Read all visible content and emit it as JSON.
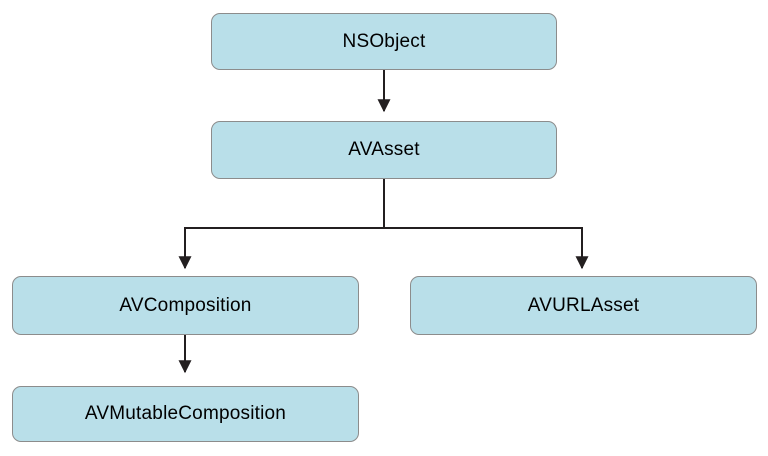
{
  "diagram": {
    "type": "class-hierarchy",
    "nodes": [
      {
        "id": "nsobject",
        "label": "NSObject"
      },
      {
        "id": "avasset",
        "label": "AVAsset"
      },
      {
        "id": "avcomposition",
        "label": "AVComposition"
      },
      {
        "id": "avurlasset",
        "label": "AVURLAsset"
      },
      {
        "id": "avmutablecomposition",
        "label": "AVMutableComposition"
      }
    ],
    "edges": [
      {
        "from": "NSObject",
        "to": "AVAsset"
      },
      {
        "from": "AVAsset",
        "to": "AVComposition"
      },
      {
        "from": "AVAsset",
        "to": "AVURLAsset"
      },
      {
        "from": "AVComposition",
        "to": "AVMutableComposition"
      }
    ],
    "colors": {
      "node_fill": "#b9dfe9",
      "node_border": "#8c8c8c",
      "arrow": "#231f20",
      "background": "#ffffff",
      "text": "#000000"
    }
  }
}
